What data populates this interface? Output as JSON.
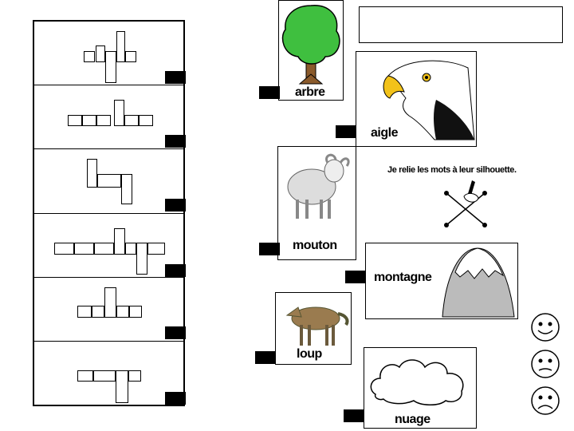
{
  "words": {
    "arbre": "arbre",
    "aigle": "aigle",
    "mouton": "mouton",
    "montagne": "montagne",
    "loup": "loup",
    "nuage": "nuage"
  },
  "instruction": "Je relie les mots à leur silhouette.",
  "name_box": ""
}
